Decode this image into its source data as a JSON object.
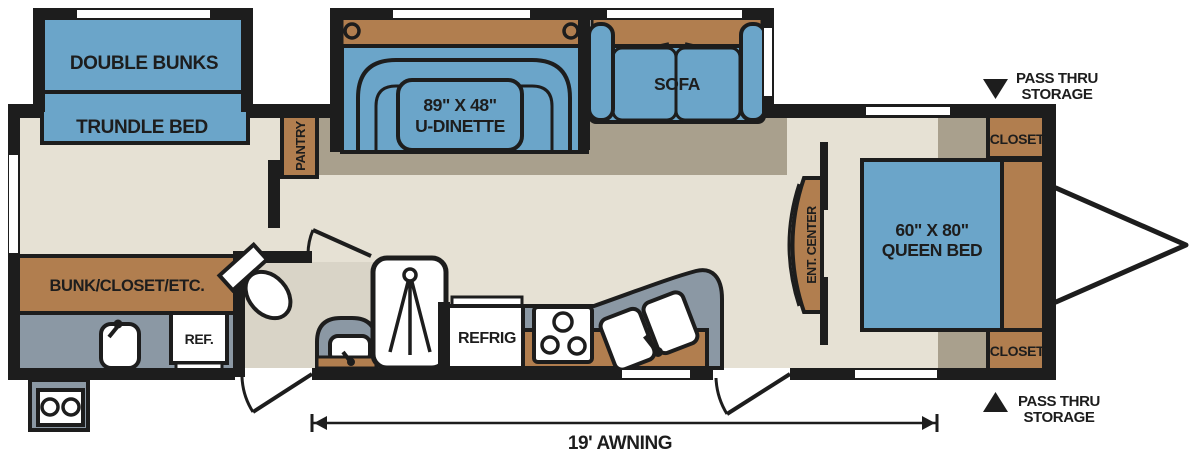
{
  "diagram_type": "travel-trailer-floorplan",
  "labels": {
    "double_bunks": "DOUBLE BUNKS",
    "trundle_bed": "TRUNDLE BED",
    "pantry": "PANTRY",
    "dinette_size": "89\" X 48\"",
    "dinette_name": "U-DINETTE",
    "sofa": "SOFA",
    "ent_center": "ENT. CENTER",
    "queen_size": "60\" X 80\"",
    "queen_name": "QUEEN BED",
    "closet_top": "CLOSET",
    "closet_bottom": "CLOSET",
    "pass_thru_top_1": "PASS THRU",
    "pass_thru_top_2": "STORAGE",
    "pass_thru_bottom_1": "PASS THRU",
    "pass_thru_bottom_2": "STORAGE",
    "bunk_closet_etc": "BUNK/CLOSET/ETC.",
    "ref": "REF.",
    "refrig": "REFRIG",
    "awning": "19' AWNING"
  },
  "colors": {
    "furniture_blue": "#6ba5c9",
    "cabinet_brown": "#b17e4f",
    "counter_gray": "#8b98a4",
    "floor_beige": "#e6e1d4",
    "slide_floor_tan": "#a9a08d",
    "bath_floor": "#d9d4c7",
    "wall_black": "#1d1d1d",
    "window_white": "#ffffff"
  }
}
